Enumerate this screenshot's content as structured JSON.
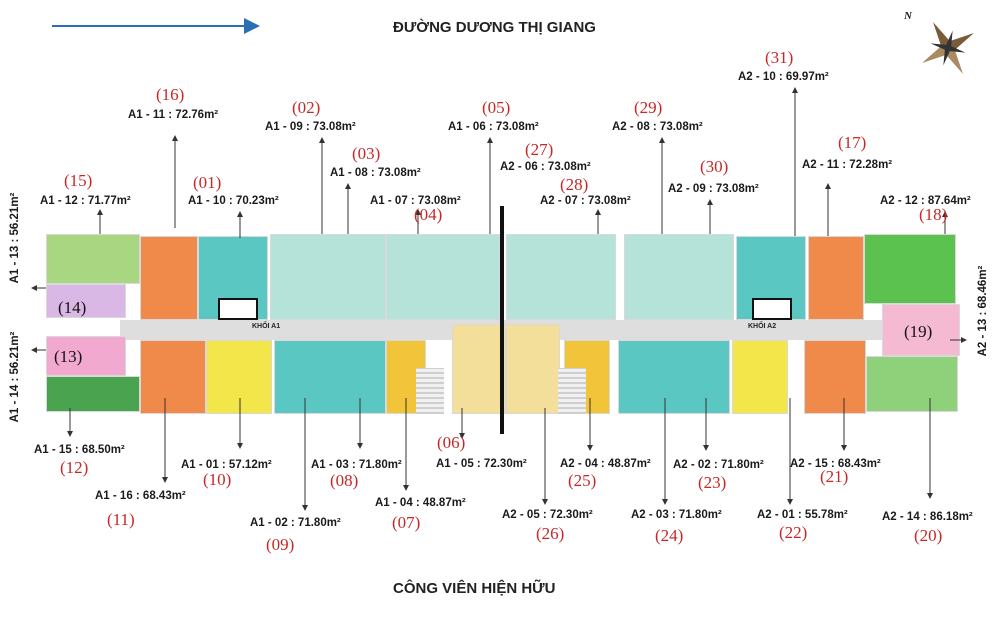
{
  "streets": {
    "top": "ĐƯỜNG DƯƠNG THỊ GIANG",
    "bottom": "CÔNG VIÊN HIỆN HỮU"
  },
  "compass_letter": "N",
  "blocks": {
    "a1": "KHỐI A1",
    "a2": "KHỐI A2"
  },
  "colors": {
    "green": "#8fd07a",
    "orange": "#f08a4b",
    "teal": "#5bc7c2",
    "mint": "#a6e0d8",
    "yellow": "#f3e64a",
    "gold": "#f2c43a",
    "cream": "#f4df9a",
    "pink": "#f5b9d2",
    "darkgreen": "#4aa34f",
    "lime": "#7ed957",
    "violet": "#c9b7dd",
    "arrow": "#2a6fb3",
    "red": "#c62828"
  },
  "units": {
    "a1_01": {
      "num": "(10)",
      "label": "A1 - 01 : 57.12m²"
    },
    "a1_02": {
      "num": "(09)",
      "label": "A1 - 02 : 71.80m²"
    },
    "a1_03": {
      "num": "(08)",
      "label": "A1 - 03 : 71.80m²"
    },
    "a1_04": {
      "num": "(07)",
      "label": "A1 - 04 : 48.87m²"
    },
    "a1_05": {
      "num": "(06)",
      "label": "A1 - 05 : 72.30m²"
    },
    "a1_06": {
      "num": "(05)",
      "label": "A1 - 06 : 73.08m²"
    },
    "a1_07": {
      "num": "(04)",
      "label": "A1 - 07 : 73.08m²"
    },
    "a1_08": {
      "num": "(03)",
      "label": "A1 - 08 : 73.08m²"
    },
    "a1_09": {
      "num": "(02)",
      "label": "A1 - 09 : 73.08m²"
    },
    "a1_10": {
      "num": "(01)",
      "label": "A1 - 10 : 70.23m²"
    },
    "a1_11": {
      "num": "(16)",
      "label": "A1 - 11 : 72.76m²"
    },
    "a1_12": {
      "num": "(15)",
      "label": "A1 - 12 : 71.77m²"
    },
    "a1_13": {
      "num": "(14)",
      "label": "A1 - 13 : 56.21m²"
    },
    "a1_14": {
      "num": "(13)",
      "label": "A1 - 14 : 56.21m²"
    },
    "a1_15": {
      "num": "(12)",
      "label": "A1 - 15 : 68.50m²"
    },
    "a1_16": {
      "num": "(11)",
      "label": "A1 - 16 : 68.43m²"
    },
    "a2_01": {
      "num": "(22)",
      "label": "A2 - 01 : 55.78m²"
    },
    "a2_02": {
      "num": "(23)",
      "label": "A2 - 02 : 71.80m²"
    },
    "a2_03": {
      "num": "(24)",
      "label": "A2 - 03 : 71.80m²"
    },
    "a2_04": {
      "num": "(25)",
      "label": "A2 - 04 : 48.87m²"
    },
    "a2_05": {
      "num": "(26)",
      "label": "A2 - 05 : 72.30m²"
    },
    "a2_06": {
      "num": "(27)",
      "label": "A2 - 06 : 73.08m²"
    },
    "a2_07": {
      "num": "(28)",
      "label": "A2 - 07 : 73.08m²"
    },
    "a2_08": {
      "num": "(29)",
      "label": "A2 - 08 : 73.08m²"
    },
    "a2_09": {
      "num": "(30)",
      "label": "A2 - 09 : 73.08m²"
    },
    "a2_10": {
      "num": "(31)",
      "label": "A2 - 10 : 69.97m²"
    },
    "a2_11": {
      "num": "(17)",
      "label": "A2 - 11 : 72.28m²"
    },
    "a2_12": {
      "num": "(18)",
      "label": "A2 - 12 : 87.64m²"
    },
    "a2_13": {
      "num": "(19)",
      "label": "A2 - 13 : 68.46m²"
    },
    "a2_14": {
      "num": "(20)",
      "label": "A2 - 14 : 86.18m²"
    },
    "a2_15": {
      "num": "(21)",
      "label": "A2 - 15 : 68.43m²"
    }
  }
}
